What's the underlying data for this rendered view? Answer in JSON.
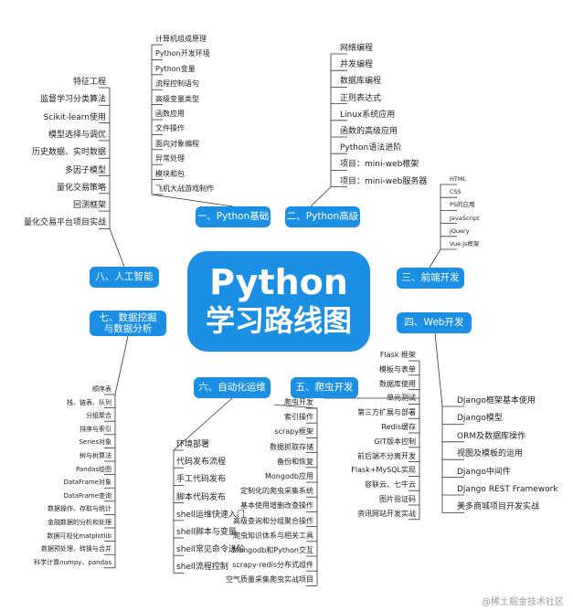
{
  "center": {
    "line1": "Python",
    "line2": "学习路线图"
  },
  "branches": {
    "b1": {
      "label": "一、Python基础",
      "items": [
        "计算机组成原理",
        "Python开发环境",
        "Python变量",
        "流程控制语句",
        "高级变量类型",
        "函数应用",
        "文件操作",
        "面向对象编程",
        "异常处理",
        "模块和包",
        "飞机大战游戏制作"
      ]
    },
    "b2": {
      "label": "二、Python高级",
      "items": [
        "网络编程",
        "并发编程",
        "数据库编程",
        "正则表达式",
        "Linux系统应用",
        "函数的高级应用",
        "Python语法进阶",
        "项目：mini-web框架",
        "项目：mini-web服务器"
      ]
    },
    "b3": {
      "label": "三、前端开发",
      "items": [
        "HTML",
        "CSS",
        "PS的应用",
        "JavaScript",
        "jQuery",
        "Vue.js框架"
      ]
    },
    "b4": {
      "label": "四、Web开发",
      "items": [
        "Django框架基本使用",
        "Django模型",
        "ORM及数据库操作",
        "视图及模板的运用",
        "Django中间件",
        "Django REST Framework",
        "美多商城项目开发实战"
      ]
    },
    "b5": {
      "label": "五、爬虫开发",
      "items": [
        "Flask  框架",
        "模板与表单",
        "数据库使用",
        "单元测试",
        "第三方扩展与部署",
        "Redis缓存",
        "GIT版本控制",
        "前后端不分离开发",
        "Flask+MySQL实现",
        "容联云、七牛云",
        "图片验证码",
        "资讯网站开发实战"
      ]
    },
    "b6": {
      "label": "六、自动化运维",
      "items": [
        "环境部署",
        "代码发布流程",
        "手工代码发布",
        "脚本代码发布",
        "shell运维快速入门",
        "shell脚本与变量",
        "shell常见命令进阶",
        "shell流程控制"
      ]
    },
    "b6b": {
      "items": [
        "爬虫开发",
        "索引操作",
        "scrapy框架",
        "数据抓取存储",
        "备份和恢复",
        "Mongodb应用",
        "定制化的爬虫采集系统",
        "基本使用增删改查操作",
        "高级查询和分组聚合操作",
        "爬虫知识体系与相关工具",
        "Mongodb和Python交互",
        "scrapy-redis分布式组件",
        "空气质量采集爬虫实战项目"
      ]
    },
    "b7": {
      "label": "七、数据挖掘\n与数据分析",
      "line1": "七、数据挖掘",
      "line2": "与数据分析",
      "items": [
        "顺序表",
        "栈、链表、队列",
        "分组聚合",
        "排序与索引",
        "Series对象",
        "树与树算法",
        "Pandas绘图",
        "DataFrame对象",
        "DataFrame查询",
        "数据操作、存取与统计",
        "金融数据的分析和处理",
        "数据可视化matplotlib",
        "数据预处理、转换与合并",
        "科学计算numpy、pandas"
      ]
    },
    "b8": {
      "label": "八、人工智能",
      "items": [
        "特征工程",
        "监督学习分类算法",
        "Scikit-learn使用",
        "模型选择与调优",
        "历史数据、实时数据",
        "多因子模型",
        "量化交易策略",
        "回测框架",
        "量化交易平台项目实战"
      ]
    }
  },
  "colors": {
    "accent": "#1a8fe3",
    "line": "#333333"
  },
  "watermark": "@稀土掘金技术社区"
}
